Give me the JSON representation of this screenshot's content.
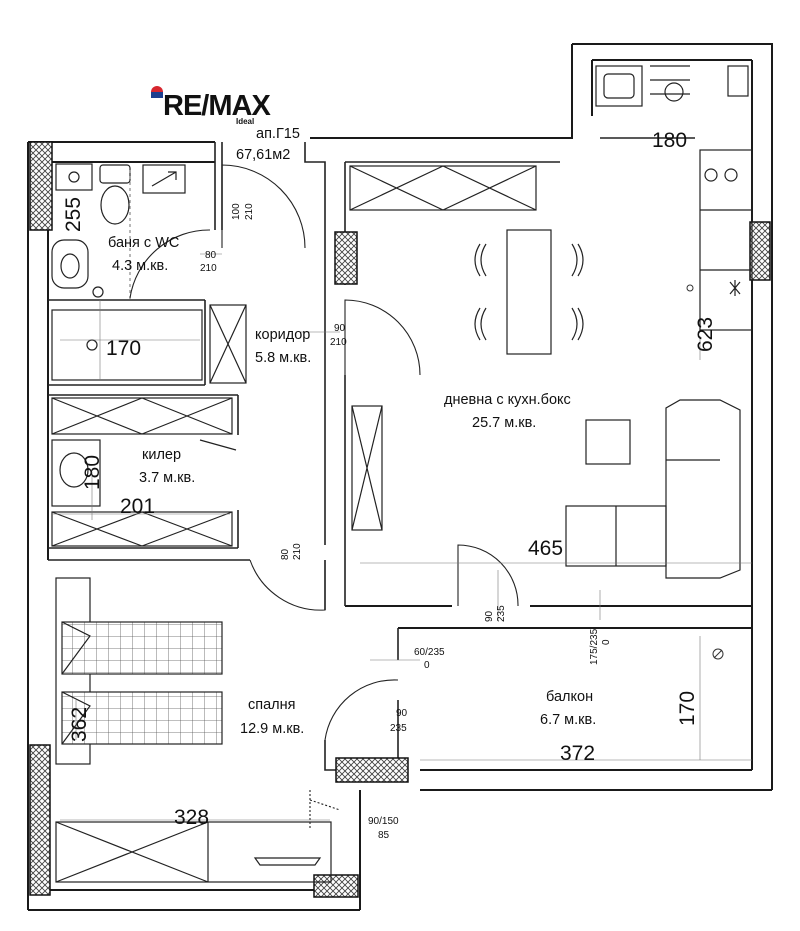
{
  "logo": {
    "brand": "RE/MAX",
    "sub": "Ideal",
    "color_red": "#d7262e",
    "color_blue": "#1d3f8f"
  },
  "apartment": {
    "name": "ап.Г15",
    "area": "67,61м2"
  },
  "rooms": {
    "bath": {
      "name": "баня с WC",
      "area": "4.3 м.кв."
    },
    "corridor": {
      "name": "коридор",
      "area": "5.8 м.кв."
    },
    "pantry": {
      "name": "килер",
      "area": "3.7 м.кв."
    },
    "living": {
      "name": "дневна с кухн.бокс",
      "area": "25.7 м.кв."
    },
    "bedroom": {
      "name": "спалня",
      "area": "12.9 м.кв."
    },
    "balcony": {
      "name": "балкон",
      "area": "6.7 м.кв."
    }
  },
  "dimensions": {
    "kitchen_top": "180",
    "bath_height": "255",
    "bath_lower": "170",
    "pantry_height": "180",
    "pantry_width": "201",
    "living_height": "623",
    "living_width": "465",
    "bedroom_height": "362",
    "bedroom_width": "328",
    "balcony_width": "372",
    "balcony_height": "170"
  },
  "doors": {
    "d_bath_entry": [
      "100",
      "210"
    ],
    "d_bath": [
      "80",
      "210"
    ],
    "d_corridor": [
      "90",
      "210"
    ],
    "d_bedroom": [
      "80",
      "210"
    ],
    "d_balcony_living": [
      "90",
      "235"
    ],
    "d_balcony_side": [
      "60/235",
      "0"
    ],
    "d_balcony_right": [
      "175/235",
      "0"
    ],
    "d_bedroom_balcony": [
      "90",
      "235"
    ],
    "d_bedroom_window": [
      "90/150",
      "85"
    ]
  },
  "colors": {
    "wall": "#1a1a1a",
    "hatch": "#555555",
    "line": "#333333",
    "thin": "#777777"
  }
}
